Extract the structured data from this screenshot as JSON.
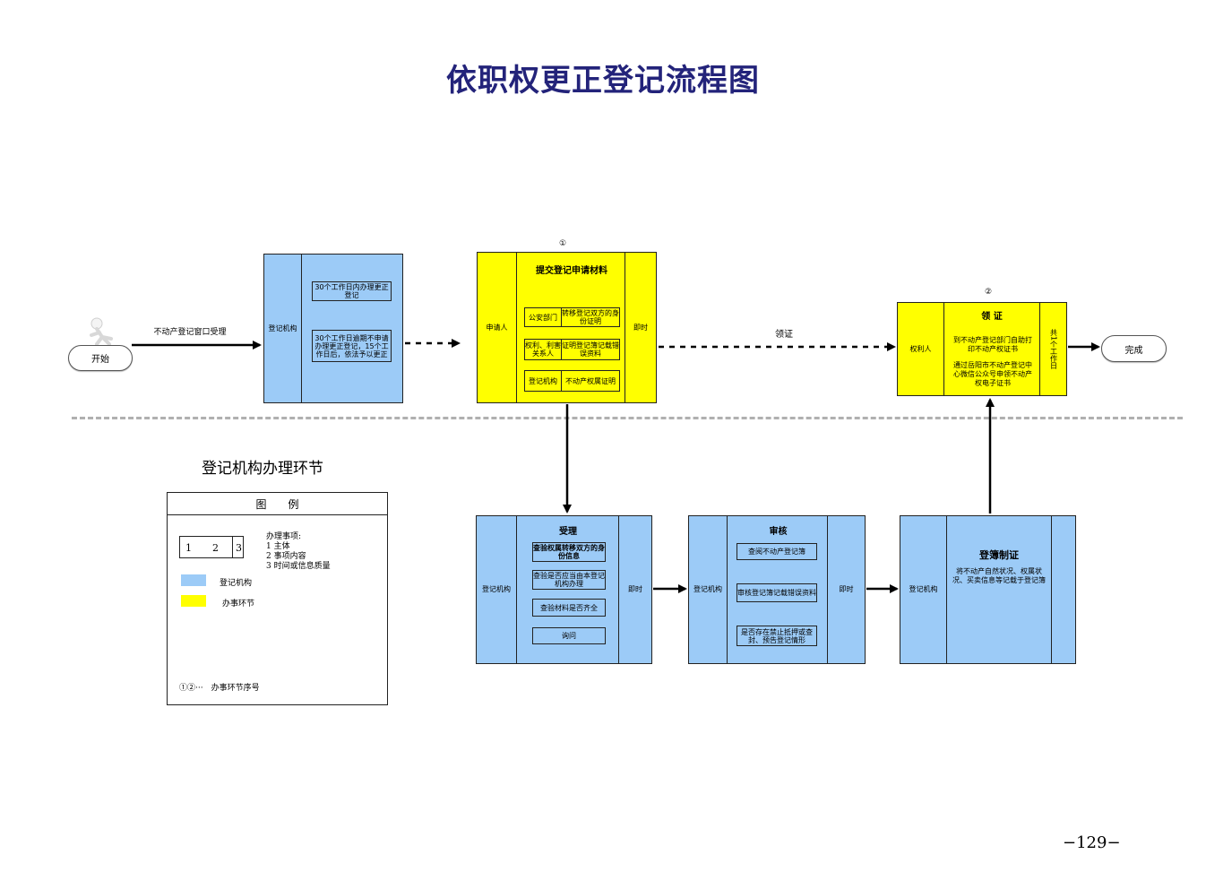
{
  "page": {
    "title": "依职权更正登记流程图",
    "page_number": "−129−",
    "section_label": "登记机构办理环节"
  },
  "start": {
    "label": "开始",
    "edge_label": "不动产登记窗口受理"
  },
  "end": {
    "label": "完成"
  },
  "reg_block": {
    "side_label": "登记机构",
    "note1": "30个工作日内办理更正登记",
    "note2": "30个工作日逾期不申请办理更正登记，15个工作日后，依法予以更正"
  },
  "step1": {
    "number": "①",
    "side_label": "申请人",
    "title": "提交登记申请材料",
    "time_label": "即时",
    "rows": [
      {
        "dept": "公安部门",
        "doc": "转移登记双方的身份证明"
      },
      {
        "dept": "权利、利害关系人",
        "doc": "证明登记簿记载错误资料"
      },
      {
        "dept": "登记机构",
        "doc": "不动产权属证明"
      }
    ]
  },
  "step2": {
    "number": "②",
    "side_label": "权利人",
    "title": "领 证",
    "edge_label": "领证",
    "text1": "到不动产登记部门自助打印不动产权证书",
    "text2": "通过岳阳市不动产登记中心微信公众号申领不动产权电子证书",
    "time_label": "共1个工作日"
  },
  "accept": {
    "side_label": "登记机构",
    "title": "受理",
    "time_label": "即时",
    "items": [
      "查验权属转移双方的身份信息",
      "查验是否应当由本登记机构办理",
      "查验材料是否齐全",
      "询问"
    ]
  },
  "review": {
    "side_label": "登记机构",
    "title": "审核",
    "time_label": "即时",
    "items": [
      "查阅不动产登记簿",
      "审核登记簿记载错误资料",
      "是否存在禁止抵押或查封、预告登记情形"
    ]
  },
  "book": {
    "side_label": "登记机构",
    "title": "登簿制证",
    "text": "将不动产自然状况、权属状况、买卖信息等记载于登记簿"
  },
  "legend": {
    "header": "图　　例",
    "cells": [
      "1",
      "2",
      "3"
    ],
    "items_title": "办理事项:",
    "items": [
      "1 主体",
      "2 事项内容",
      "3 时间或信息质量"
    ],
    "blue_label": "登记机构",
    "yellow_label": "办事环节",
    "footer": "①②···　办事环节序号"
  },
  "colors": {
    "blue": "#9ccbf7",
    "yellow": "#ffff00",
    "title": "#23237a"
  }
}
